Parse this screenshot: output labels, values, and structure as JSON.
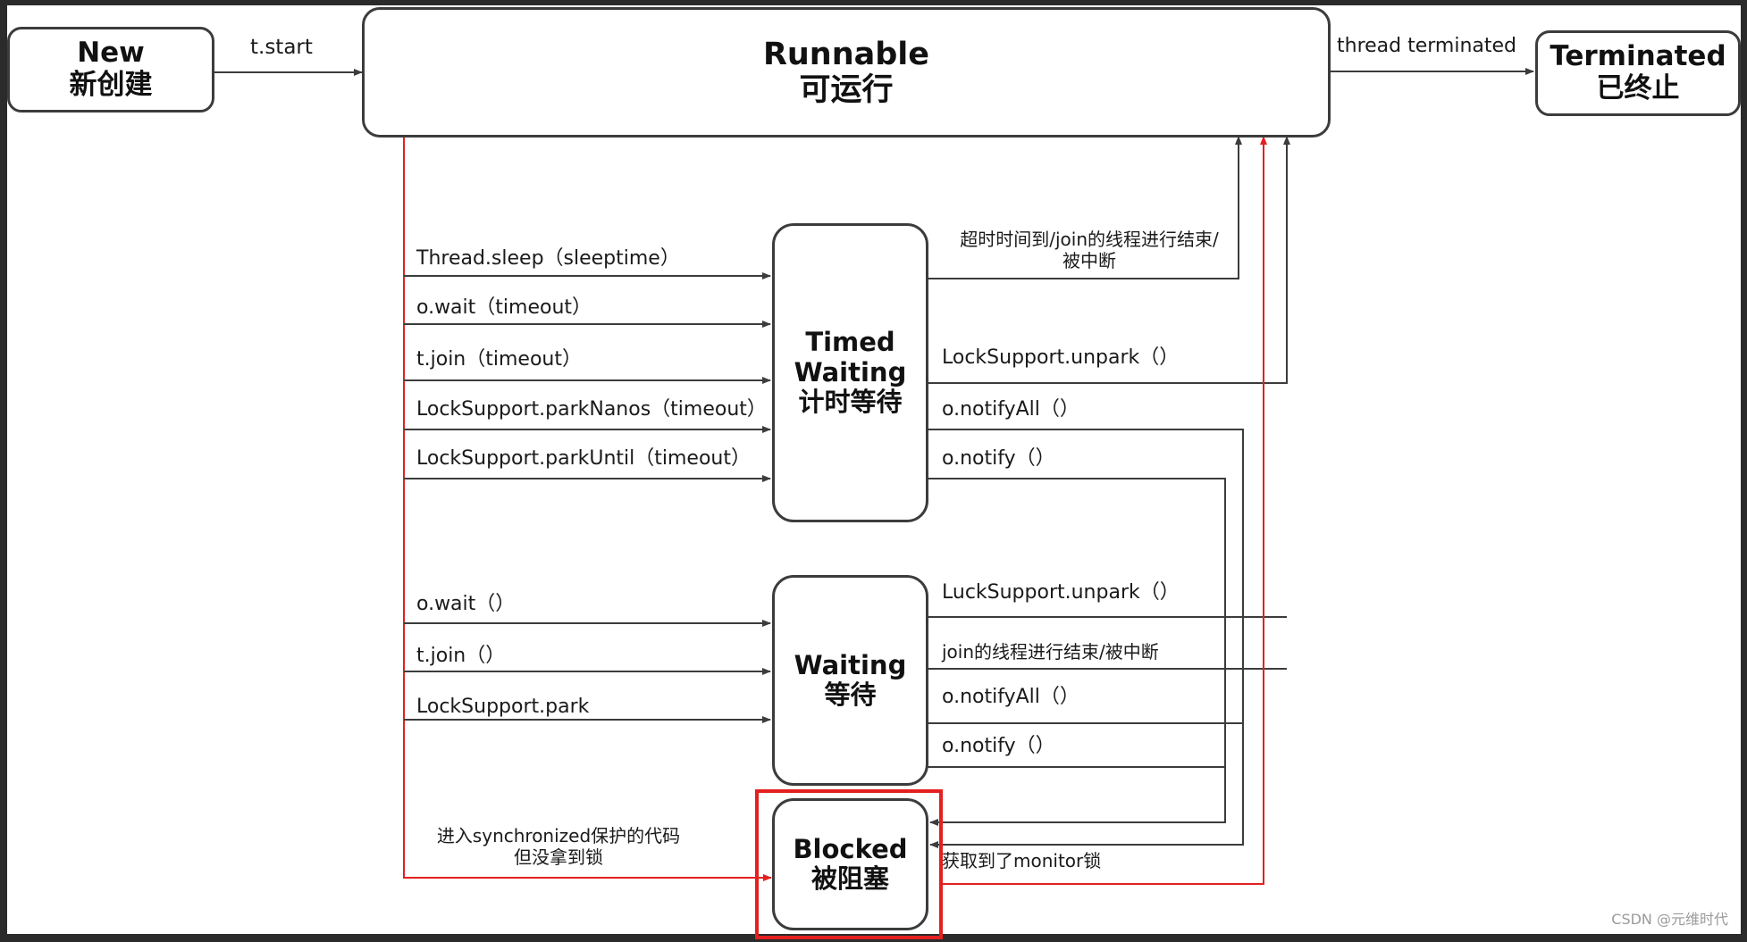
{
  "states": {
    "new": {
      "name": "New",
      "cn": "新创建"
    },
    "runnable": {
      "name": "Runnable",
      "cn": "可运行"
    },
    "terminated": {
      "name": "Terminated",
      "cn": "已终止"
    },
    "timed_waiting": {
      "line1": "Timed",
      "line2": "Waiting",
      "cn": "计时等待"
    },
    "waiting": {
      "name": "Waiting",
      "cn": "等待"
    },
    "blocked": {
      "name": "Blocked",
      "cn": "被阻塞"
    }
  },
  "transitions": {
    "t_start": "t.start",
    "thread_terminated": "thread terminated",
    "to_timed_waiting": [
      "Thread.sleep（sleeptime）",
      "o.wait（timeout）",
      "t.join（timeout）",
      "LockSupport.parkNanos（timeout）",
      "LockSupport.parkUntil（timeout）"
    ],
    "from_timed_waiting": {
      "timeout_line1": "超时时间到/join的线程进行结束/",
      "timeout_line2": "被中断",
      "unpark": "LockSupport.unpark（）",
      "notify_all": "o.notifyAll（）",
      "notify": "o.notify（）"
    },
    "to_waiting": [
      "o.wait（）",
      "t.join（）",
      "LockSupport.park"
    ],
    "from_waiting": {
      "unpark": "LuckSupport.unpark（）",
      "join_end": "join的线程进行结束/被中断",
      "notify_all": "o.notifyAll（）",
      "notify": "o.notify（）"
    },
    "to_blocked_line1": "进入synchronized保护的代码",
    "to_blocked_line2": "但没拿到锁",
    "from_blocked": "获取到了monitor锁"
  },
  "colors": {
    "line": "#3c3c3c",
    "highlight": "#e32020"
  },
  "watermark": "CSDN @元维时代"
}
